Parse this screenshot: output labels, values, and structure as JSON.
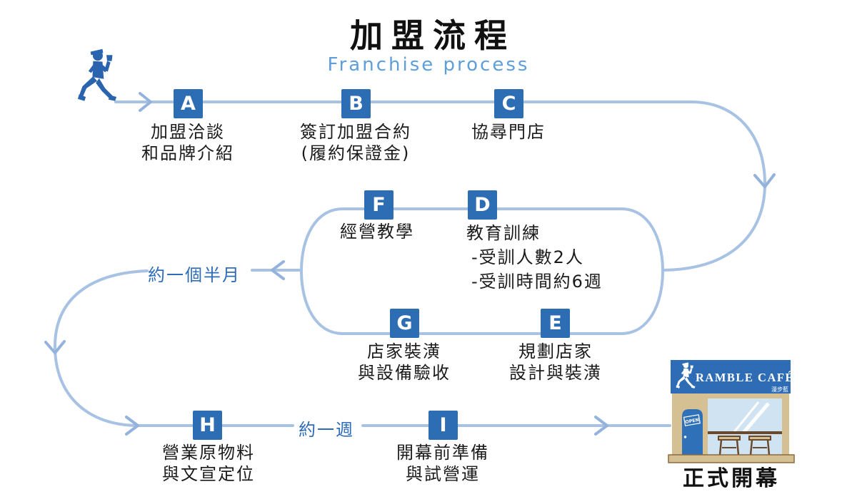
{
  "title": {
    "main": "加盟流程",
    "subtitle": "Franchise process"
  },
  "steps": [
    {
      "label": "A",
      "lines": [
        "加盟洽談",
        "和品牌介紹"
      ]
    },
    {
      "label": "B",
      "lines": [
        "簽訂加盟合約",
        "(履約保證金)"
      ]
    },
    {
      "label": "C",
      "lines": [
        "協尋門店"
      ]
    },
    {
      "label": "D",
      "lines": [
        "教育訓練",
        "-受訓人數2人",
        "-受訓時間約6週"
      ]
    },
    {
      "label": "E",
      "lines": [
        "規劃店家",
        "設計與裝潢"
      ]
    },
    {
      "label": "F",
      "lines": [
        "經營教學"
      ]
    },
    {
      "label": "G",
      "lines": [
        "店家裝潢",
        "與設備驗收"
      ]
    },
    {
      "label": "H",
      "lines": [
        "營業原物料",
        "與文宣定位"
      ]
    },
    {
      "label": "I",
      "lines": [
        "開幕前準備",
        "與試營運"
      ]
    }
  ],
  "durations": {
    "mid_loop": "約一個半月",
    "pre_opening": "約一週"
  },
  "cafe": {
    "brand": "RAMBLE CAFÉ",
    "brand_sub": "漫步藍",
    "door_sign": "OPEN",
    "caption": "正式開幕"
  },
  "icons": {
    "walker": "walking-person-icon",
    "storefront": "cafe-storefront-illustration"
  },
  "colors": {
    "step_square": "#2d6db4",
    "flow_line": "#a7c2e3",
    "duration_text": "#2f6cb8",
    "subtitle_text": "#5e9edb",
    "cafe_sign": "#2e6db5",
    "cafe_wood": "#d5c093",
    "cafe_window": "#cfe3f2",
    "cafe_brown": "#6b4a2b"
  }
}
